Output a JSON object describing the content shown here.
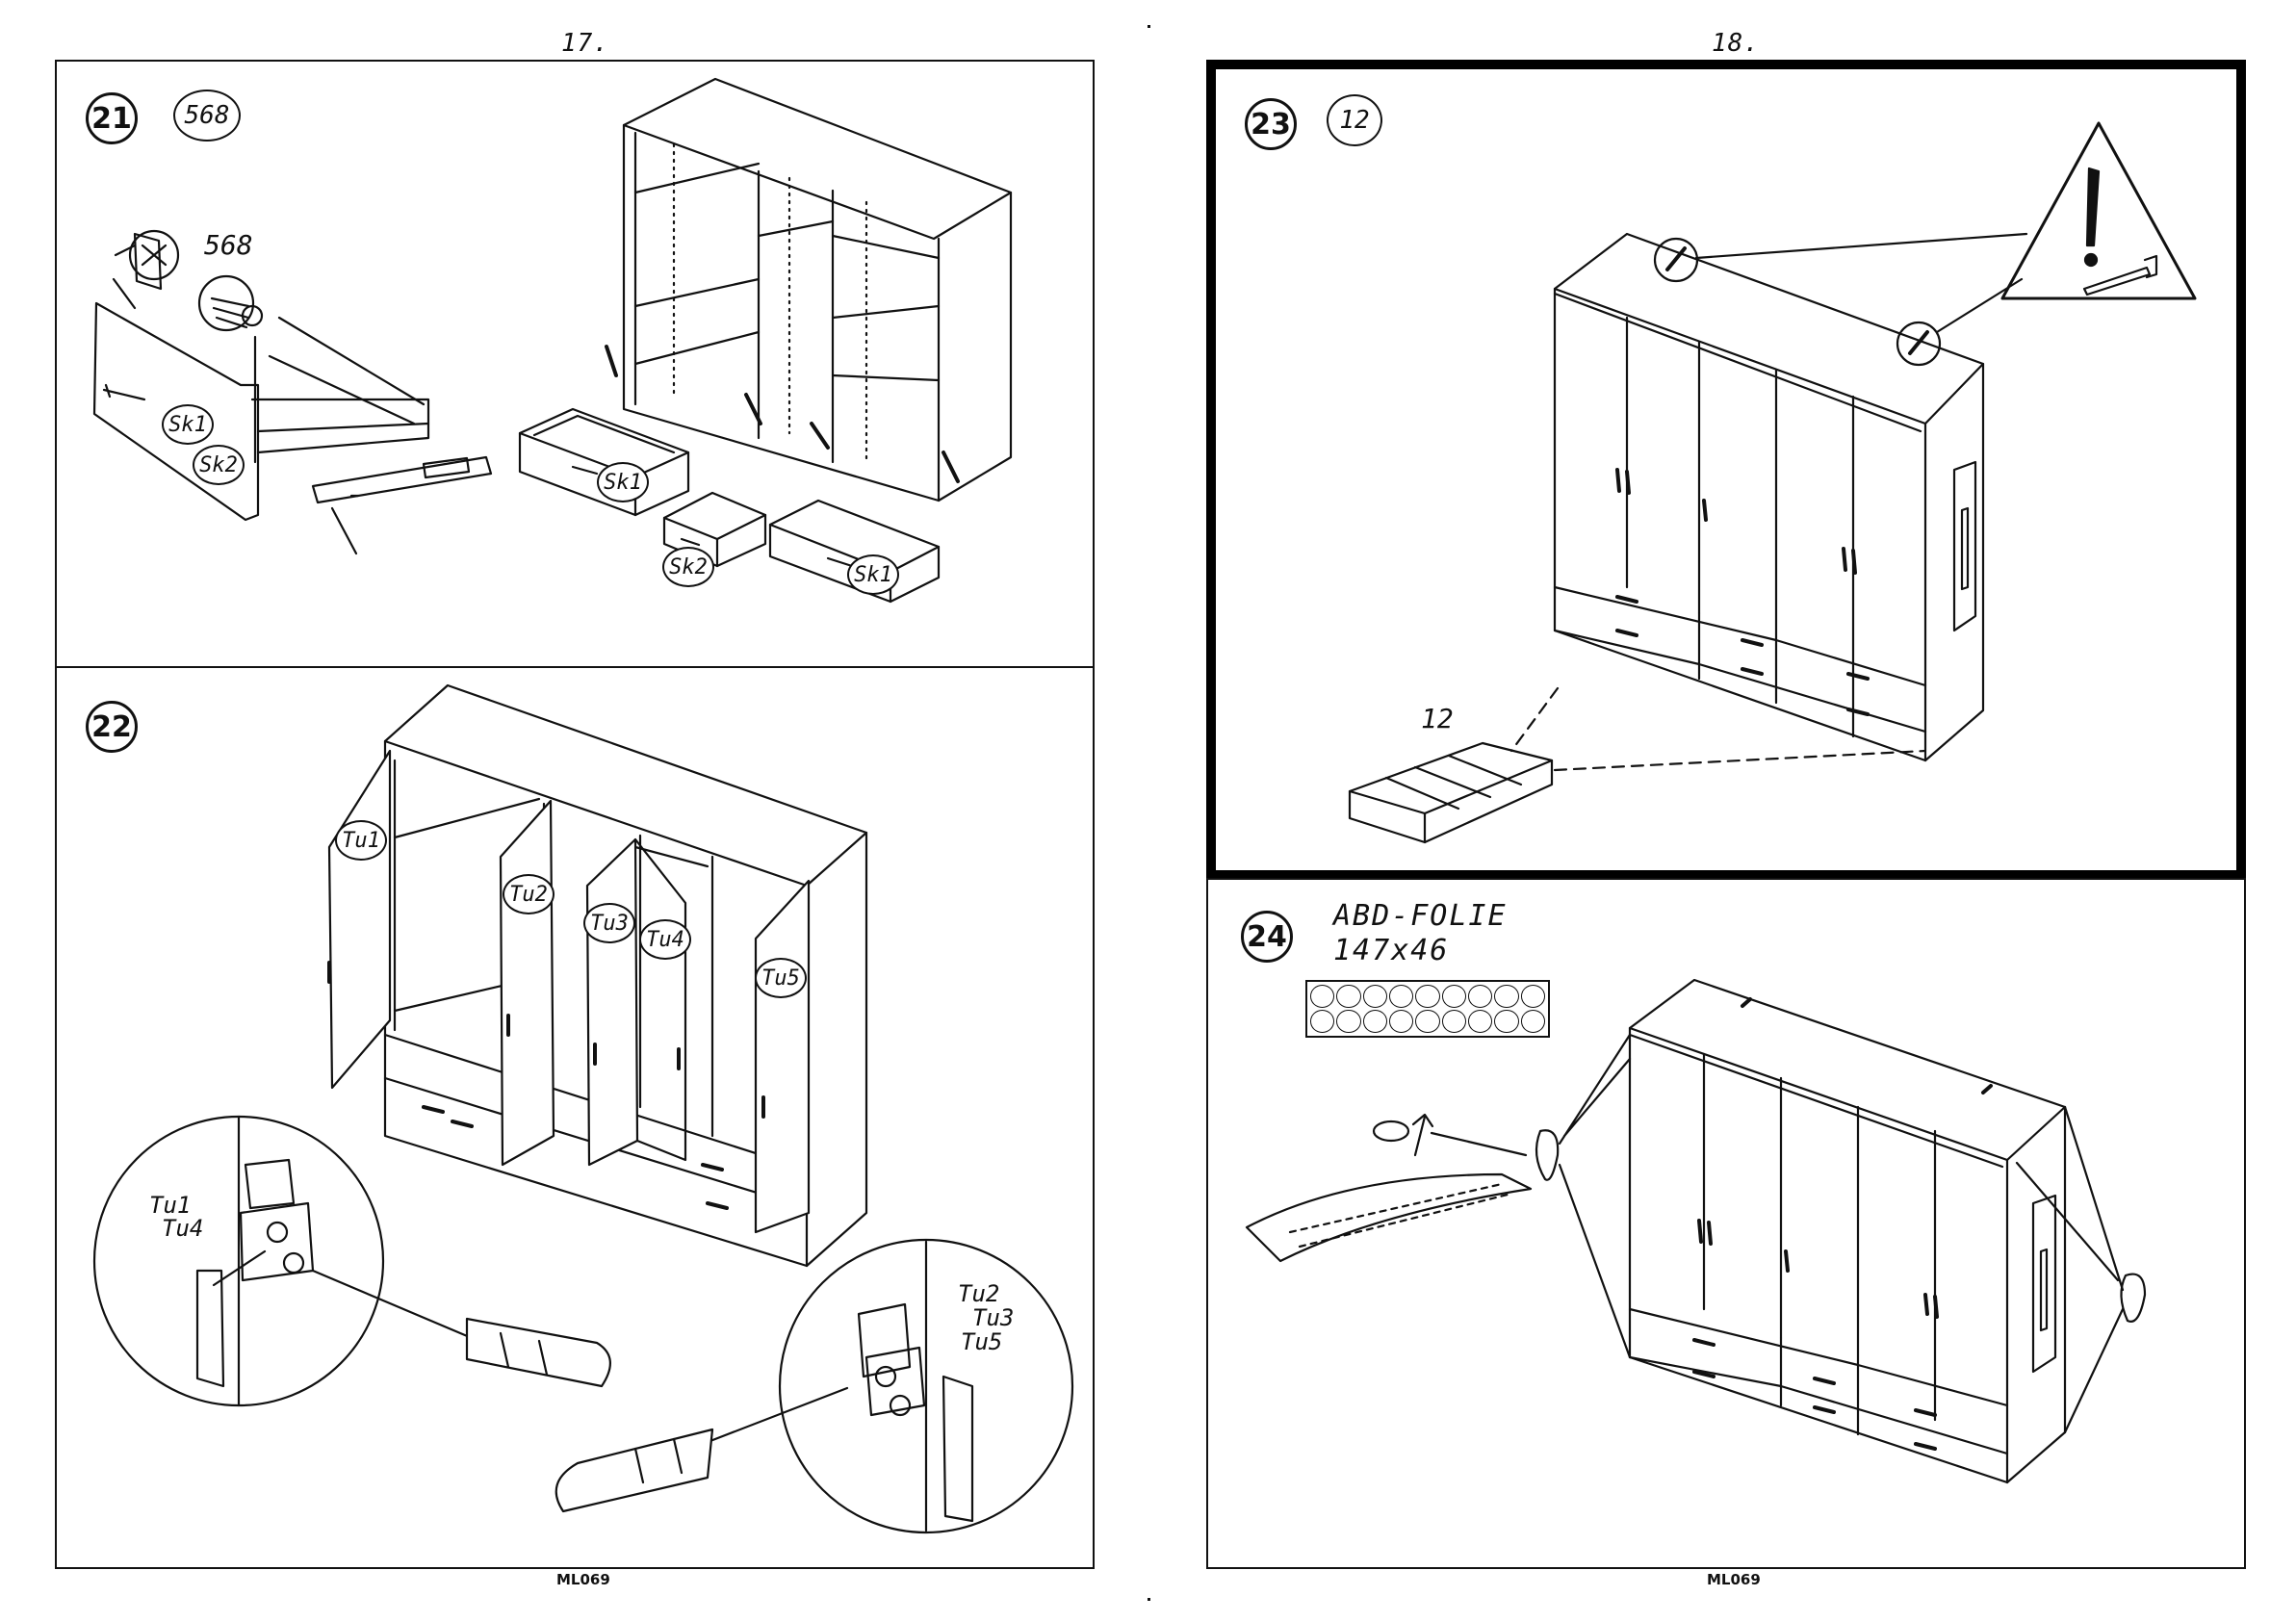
{
  "pages": [
    {
      "number": "17.",
      "footer": "ML069"
    },
    {
      "number": "18.",
      "footer": "ML069"
    }
  ],
  "steps": {
    "s21": {
      "number": "21",
      "quantity": "568",
      "part_label": "568",
      "drawer_tags": [
        "Sk1",
        "Sk2",
        "Sk1",
        "Sk2",
        "Sk1"
      ]
    },
    "s22": {
      "number": "22",
      "door_tags": [
        "Tu1",
        "Tu2",
        "Tu3",
        "Tu4",
        "Tu5"
      ],
      "hinge_left": [
        "Tu1",
        "Tu4"
      ],
      "hinge_right": [
        "Tu2",
        "Tu3",
        "Tu5"
      ]
    },
    "s23": {
      "number": "23",
      "quantity": "12",
      "part_label": "12"
    },
    "s24": {
      "number": "24",
      "foil_name": "ABD-FOLIE",
      "foil_size": "147x46"
    }
  },
  "icons": [
    "warning-triangle-icon",
    "screwdriver-icon",
    "hinge-icon",
    "wall-bracket-icon"
  ]
}
